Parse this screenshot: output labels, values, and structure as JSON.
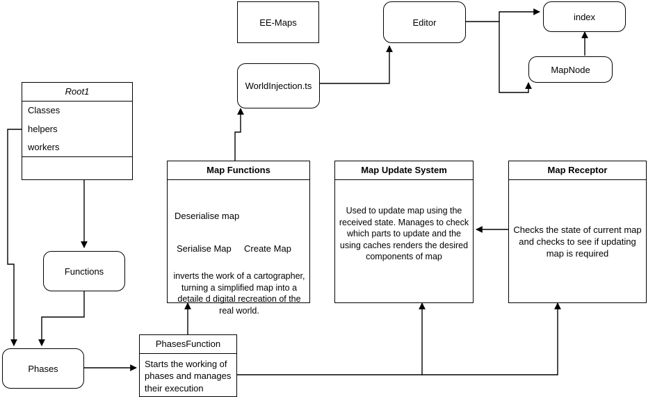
{
  "diagram": {
    "title": "Map system architecture flow diagram",
    "stroke_color": "#000000",
    "background_color": "#ffffff",
    "nodes": {
      "ee_maps": {
        "label": "EE-Maps"
      },
      "editor": {
        "label": "Editor"
      },
      "index": {
        "label": "index"
      },
      "map_node": {
        "label": "MapNode"
      },
      "world_injection": {
        "label": "WorldInjection.ts"
      },
      "root1": {
        "title": "Root1",
        "rows": [
          "Classes",
          "helpers",
          "workers"
        ]
      },
      "functions": {
        "label": "Functions"
      },
      "phases": {
        "label": "Phases"
      },
      "phases_function": {
        "title": "PhasesFunction",
        "body": "Starts the working of phases and manages their execution"
      },
      "map_functions": {
        "title": "Map Functions",
        "items": [
          "Deserialise map",
          "Serialise Map",
          "Create Map"
        ],
        "description": "inverts the work of a cartographer, turning a simplified map into a detaile d digital recreation of the real world."
      },
      "map_update_system": {
        "title": "Map Update System",
        "body": "Used to update map using the received state. Manages to check which parts to update and the using caches renders the desired components of map"
      },
      "map_receptor": {
        "title": "Map Receptor",
        "body": "Checks the state of current map and checks to see if updating map is required"
      }
    }
  }
}
